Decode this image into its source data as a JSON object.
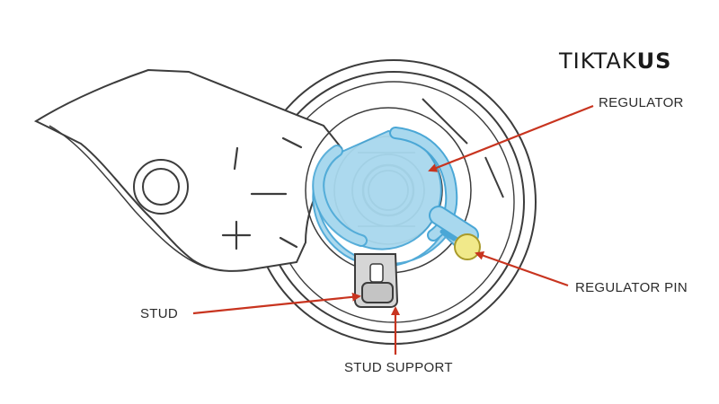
{
  "brand": {
    "prefix": "TIKTAK",
    "suffix": "US"
  },
  "labels": {
    "regulator": "REGULATOR",
    "regulator_pin": "REGULATOR PIN",
    "stud": "STUD",
    "stud_support": "STUD SUPPORT"
  },
  "colors": {
    "line": "#3c3c3c",
    "regulator_fill": "#a8d8ee",
    "regulator_stroke": "#4aa7d6",
    "pin_fill": "#f1e98a",
    "pin_stroke": "#a99a2a",
    "arrow": "#c8341f",
    "stud_fill": "#d6d6d6"
  }
}
